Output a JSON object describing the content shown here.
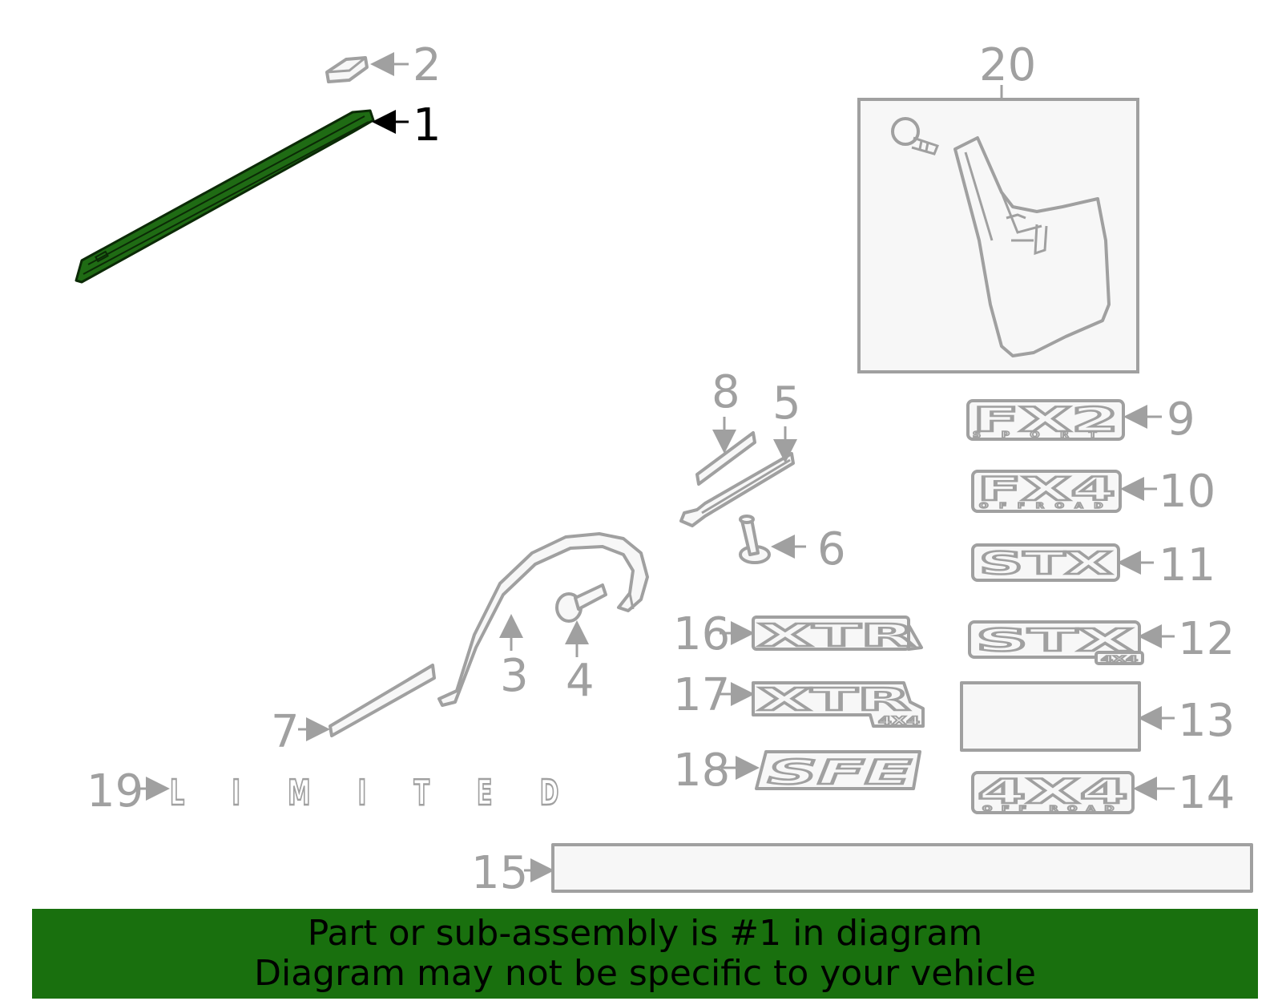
{
  "callouts": {
    "c1": "1",
    "c2": "2",
    "c3": "3",
    "c4": "4",
    "c5": "5",
    "c6": "6",
    "c7": "7",
    "c8": "8",
    "c9": "9",
    "c10": "10",
    "c11": "11",
    "c12": "12",
    "c13": "13",
    "c14": "14",
    "c15": "15",
    "c16": "16",
    "c17": "17",
    "c18": "18",
    "c19": "19",
    "c20": "20"
  },
  "emblems": {
    "fx2_main": "FX2",
    "fx2_sub": "SPORT",
    "fx4_main": "FX4",
    "fx4_sub": "OFFROAD",
    "stx11": "STX",
    "stx12": "STX",
    "stx12_sub": "4X4",
    "xtr16": "XTR",
    "xtr17": "XTR",
    "xtr17_sub": "4X4",
    "sfe18": "SFE",
    "offroad14_main": "4X4",
    "offroad14_sub": "OFF ROAD",
    "limited19": "L I M I T E D"
  },
  "highlight": {
    "part": "1",
    "color": "#1f6b14"
  },
  "footer": {
    "line1": "Part or sub-assembly is #1 in diagram",
    "line2": "Diagram may not be specific to your vehicle",
    "background": "#19700e"
  }
}
